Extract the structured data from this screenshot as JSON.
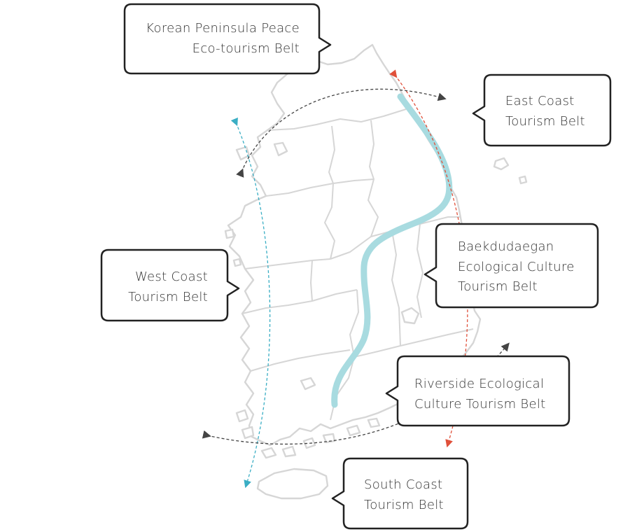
{
  "colors": {
    "land_outline": "#d6d6d6",
    "baekdudaegan_route": "#a8dbe0",
    "west_coast_arrow": "#3aaec4",
    "east_coast_arrow": "#e0503a",
    "peace_belt_arrow": "#444444",
    "south_coast_arrow": "#444444",
    "callout_border": "#222222",
    "callout_text": "#333333"
  },
  "callouts": [
    {
      "id": "peace",
      "lines": [
        "Korean Peninsula Peace",
        "Eco-tourism Belt"
      ],
      "align": "right"
    },
    {
      "id": "east",
      "lines": [
        "East Coast",
        "Tourism Belt"
      ],
      "align": "left"
    },
    {
      "id": "baekdu",
      "lines": [
        "Baekdudaegan",
        "Ecological Culture",
        "Tourism Belt"
      ],
      "align": "left"
    },
    {
      "id": "west",
      "lines": [
        "West Coast",
        "Tourism Belt"
      ],
      "align": "right"
    },
    {
      "id": "riverside",
      "lines": [
        "Riverside Ecological",
        "Culture Tourism Belt"
      ],
      "align": "left"
    },
    {
      "id": "south",
      "lines": [
        "South Coast",
        "Tourism Belt"
      ],
      "align": "left"
    }
  ]
}
